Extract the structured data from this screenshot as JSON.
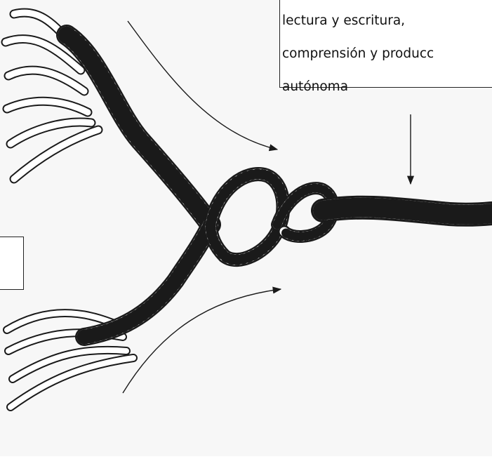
{
  "callout": {
    "lines": [
      "lectura y escritura,",
      "comprensión y producc",
      "autónoma"
    ]
  },
  "diagram": {
    "description": "strands-twisting-into-a-rope",
    "colors": {
      "ink": "#1a1a1a",
      "paper": "#ffffff",
      "shade": "#f2f2f2"
    }
  }
}
